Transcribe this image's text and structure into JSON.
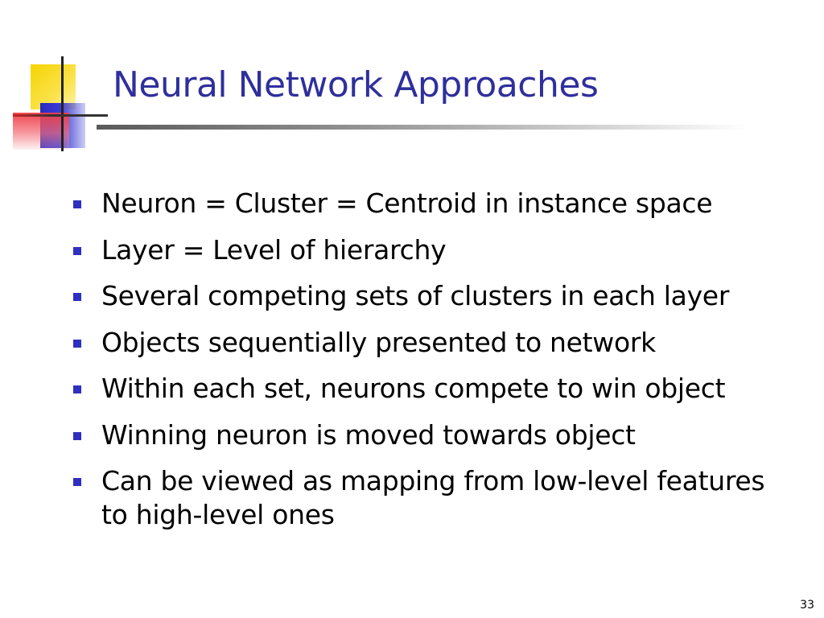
{
  "slide": {
    "title": "Neural Network Approaches",
    "bullets": [
      "Neuron = Cluster = Centroid in instance space",
      "Layer = Level of hierarchy",
      "Several competing sets of clusters in each layer",
      "Objects sequentially presented to network",
      "Within each set, neurons compete to win object",
      "Winning neuron is moved towards object",
      "Can be viewed as mapping from low-level features to high-level ones"
    ],
    "page_number": "33"
  },
  "colors": {
    "title": "#2f2f9c",
    "bullet_marker": "#2f2fc0",
    "text": "#000000",
    "logo_yellow": "#f5d400",
    "logo_blue": "#2a2abf",
    "logo_red": "#f03c46"
  },
  "icons": {
    "logo": "decorative-squares-logo",
    "bullet": "square-bullet-icon"
  }
}
